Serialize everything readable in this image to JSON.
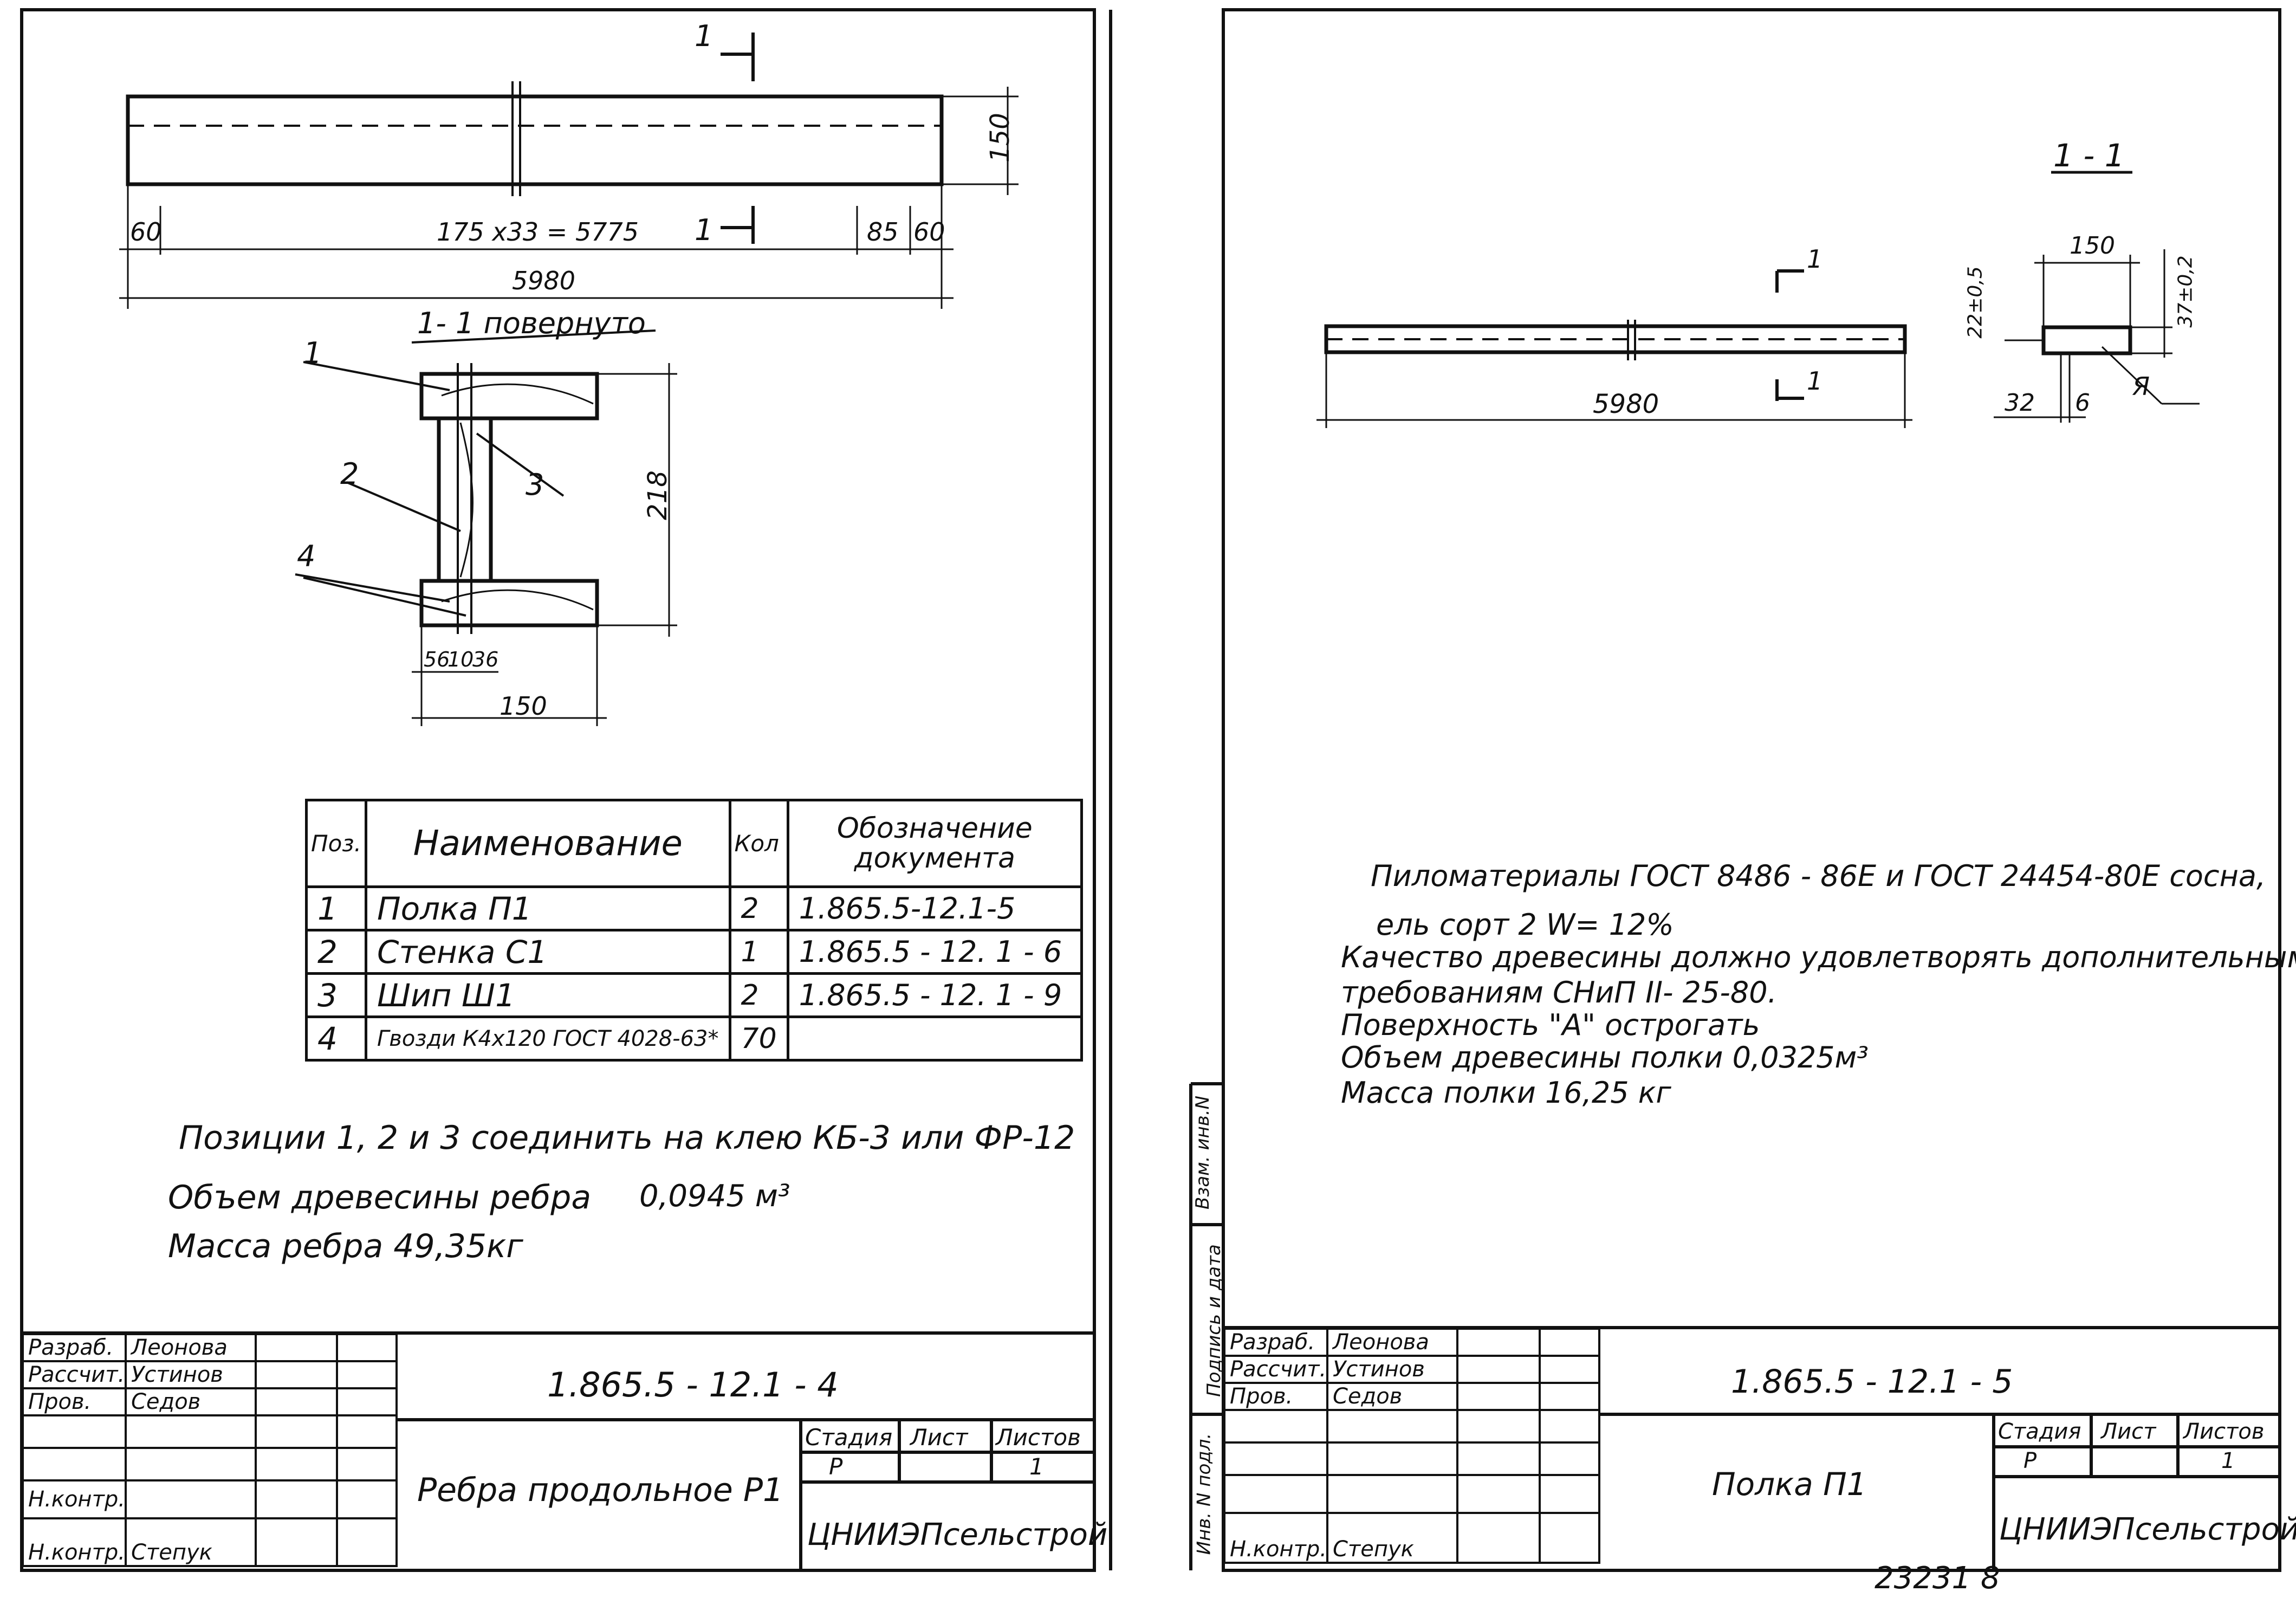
{
  "left_sheet": {
    "section_mark_top": "1",
    "section_mark_bottom": "1",
    "dim_height": "150",
    "dim_edge_left": "60",
    "dim_spacing": "175 x33 = 5775",
    "dim_85": "85",
    "dim_edge_right": "60",
    "dim_total": "5980",
    "section_title": "1- 1  повернуто",
    "callouts": [
      "1",
      "2",
      "3",
      "4"
    ],
    "dim_section_height": "218",
    "dim_small_a": "56",
    "dim_small_b": "10",
    "dim_small_c": "36",
    "dim_section_width": "150",
    "spec_table": {
      "headers": [
        "Поз.",
        "Наименование",
        "Кол",
        "Обозначение документа"
      ],
      "rows": [
        [
          "1",
          "Полка П1",
          "2",
          "1.865.5-12.1-5"
        ],
        [
          "2",
          "Стенка С1",
          "1",
          "1.865.5 - 12. 1 - 6"
        ],
        [
          "3",
          "Шип Ш1",
          "2",
          "1.865.5 - 12. 1 - 9"
        ],
        [
          "4",
          "Гвозди К4х120 ГОСТ 4028-63*",
          "70",
          ""
        ]
      ]
    },
    "notes": [
      "Позиции 1, 2 и 3 соединить на клею КБ-3 или ФР-12",
      "Объем древесины ребра",
      "0,0945 м³",
      "Масса ребра 49,35кг"
    ],
    "title_block": {
      "roles": [
        "Разраб.",
        "Рассчит.",
        "Пров.",
        "",
        "",
        "Н.контр."
      ],
      "names": [
        "Леонова",
        "Устинов",
        "Седов",
        "",
        "",
        "Степук"
      ],
      "code": "1.865.5 - 12.1 - 4",
      "title": "Ребра продольное Р1",
      "stage_label": "Стадия",
      "sheet_label": "Лист",
      "sheets_label": "Листов",
      "stage": "Р",
      "sheet": "",
      "sheets": "1",
      "org": "ЦНИИЭПсельстрой"
    }
  },
  "right_sheet": {
    "section_label": "1 - 1",
    "section_mark_top": "1",
    "section_mark_bottom": "1",
    "dim_total": "5980",
    "dim_width": "150",
    "dim_tol_left": "22±0,5",
    "dim_tol_right": "37±0,2",
    "dim_32": "32",
    "dim_6": "6",
    "wood_mark": "Я",
    "notes": [
      "Пиломатериалы ГОСТ 8486 - 86Е и ГОСТ 24454-80Е сосна,",
      "ель  сорт 2  W= 12%",
      "Качество древесины должно удовлетворять дополнительным",
      "требованиям СНиП II- 25-80.",
      "Поверхность \"А\" острогать",
      "Объем древесины полки   0,0325м³",
      "Масса  полки   16,25 кг"
    ],
    "side_stamp": [
      "Взам. инв.N",
      "Подпись и дата",
      "Инв. N подл."
    ],
    "title_block": {
      "roles": [
        "Разраб.",
        "Рассчит.",
        "Пров.",
        "",
        "",
        "Н.контр."
      ],
      "names": [
        "Леонова",
        "Устинов",
        "Седов",
        "",
        "",
        "Степук"
      ],
      "code": "1.865.5 - 12.1 - 5",
      "title": "Полка П1",
      "stage_label": "Стадия",
      "sheet_label": "Лист",
      "sheets_label": "Листов",
      "stage": "Р",
      "sheet": "",
      "sheets": "1",
      "org": "ЦНИИЭПсельстрой"
    },
    "footer_number": "23231  8"
  }
}
